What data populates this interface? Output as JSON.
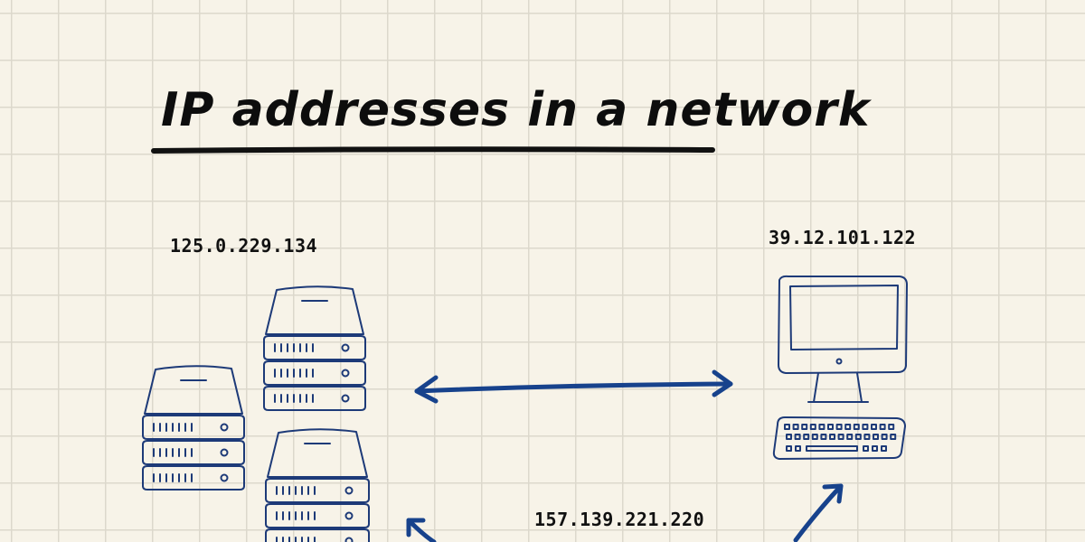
{
  "title": "IP addresses in a network",
  "labels": {
    "server_ip": "125.0.229.134",
    "computer_ip": "39.12.101.122",
    "bottom_ip": "157.139.221.220"
  },
  "icons": [
    "server-stack-icon",
    "computer-icon",
    "keyboard-icon"
  ],
  "colors": {
    "ink": "#1d3a78",
    "arrow": "#17428c",
    "paper": "#f7f3e8",
    "grid": "#dcd8cc",
    "title": "#0d0d0d"
  }
}
